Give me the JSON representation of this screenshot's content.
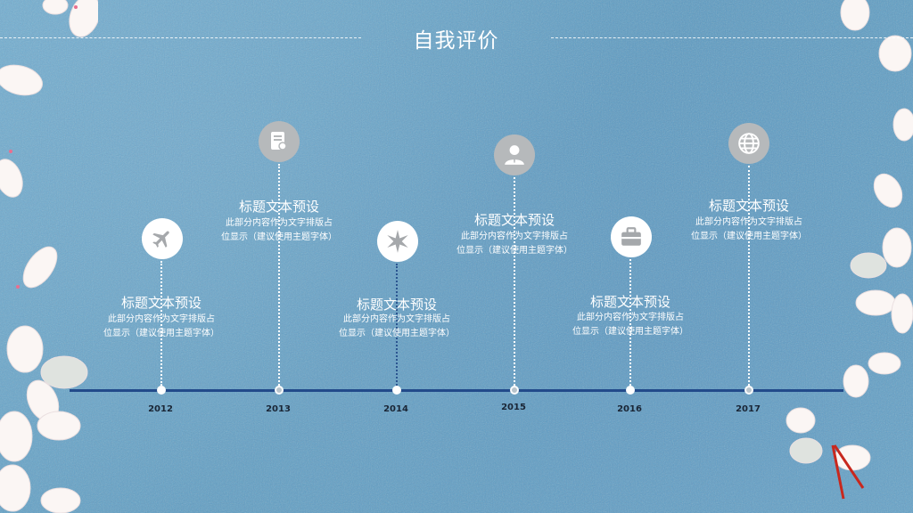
{
  "slide": {
    "title": "自我评价"
  },
  "timeline": {
    "years": [
      "2012",
      "2013",
      "2014",
      "2015",
      "2016",
      "2017"
    ],
    "events": [
      {
        "year": "2012",
        "icon": "airplane-icon",
        "title": "标题文本预设",
        "desc_line1": "此部分内容作为文字排版占",
        "desc_line2": "位显示（建议使用主题字体）"
      },
      {
        "year": "2013",
        "icon": "certificate-document-icon",
        "title": "标题文本预设",
        "desc_line1": "此部分内容作为文字排版占",
        "desc_line2": "位显示（建议使用主题字体）"
      },
      {
        "year": "2014",
        "icon": "compass-star-icon",
        "title": "标题文本预设",
        "desc_line1": "此部分内容作为文字排版占",
        "desc_line2": "位显示（建议使用主题字体）"
      },
      {
        "year": "2015",
        "icon": "user-profile-icon",
        "title": "标题文本预设",
        "desc_line1": "此部分内容作为文字排版占",
        "desc_line2": "位显示（建议使用主题字体）"
      },
      {
        "year": "2016",
        "icon": "briefcase-icon",
        "title": "标题文本预设",
        "desc_line1": "此部分内容作为文字排版占",
        "desc_line2": "位显示（建议使用主题字体）"
      },
      {
        "year": "2017",
        "icon": "globe-icon",
        "title": "标题文本预设",
        "desc_line1": "此部分内容作为文字排版占",
        "desc_line2": "位显示（建议使用主题字体）"
      }
    ]
  },
  "colors": {
    "background": "#5f9fc4",
    "axis": "#224a8a",
    "text": "#ffffff",
    "icon_gray": "#b6b9bb"
  }
}
